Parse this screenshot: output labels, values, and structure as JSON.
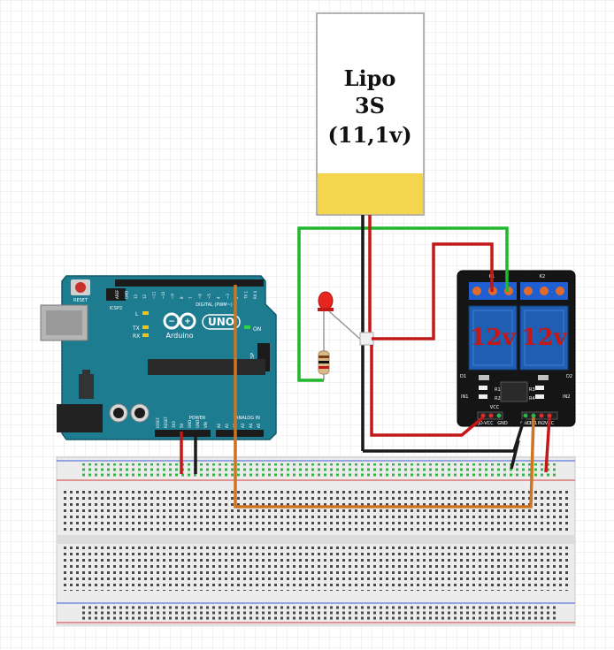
{
  "battery": {
    "line1": "Lipo",
    "line2": "3S",
    "line3": "(11,1v)"
  },
  "arduino": {
    "brand": "Arduino",
    "model": "UNO",
    "reset_label": "RESET",
    "icsp2_label": "ICSP2",
    "icsp_label": "ICSP",
    "digital_label": "DIGITAL (PWM~)",
    "power_label": "POWER",
    "analog_label": "ANALOG IN",
    "on_label": "ON",
    "led_labels": [
      "L",
      "TX",
      "RX"
    ],
    "power_pins": [
      "IOREF",
      "RESET",
      "3V3",
      "5V",
      "GND",
      "GND",
      "VIN"
    ],
    "analog_pins": [
      "A0",
      "A1",
      "A2",
      "A3",
      "A4",
      "A5"
    ],
    "digital_pins": [
      "AREF",
      "GND",
      "13",
      "12",
      "~11",
      "~10",
      "~9",
      "8",
      "7",
      "~6",
      "~5",
      "4",
      "~3",
      "2",
      "TX 1",
      "RX 0"
    ]
  },
  "relay": {
    "coil1": "12v",
    "coil2": "12v",
    "labels": [
      "K1",
      "K2",
      "R1",
      "R2",
      "R3",
      "R4",
      "IN1",
      "IN2",
      "D1",
      "D2",
      "GND",
      "IN1",
      "IN2",
      "VCC",
      "JD-VCC",
      "VCC",
      "GND"
    ]
  },
  "colors": {
    "wire_green": "#1fb82c",
    "wire_red": "#c21818",
    "wire_black": "#1a1a1a",
    "wire_orange": "#cf7421",
    "battery_yellow": "#f5d44e",
    "arduino_teal": "#1e7c91",
    "relay_blue": "#1e5fb3"
  }
}
